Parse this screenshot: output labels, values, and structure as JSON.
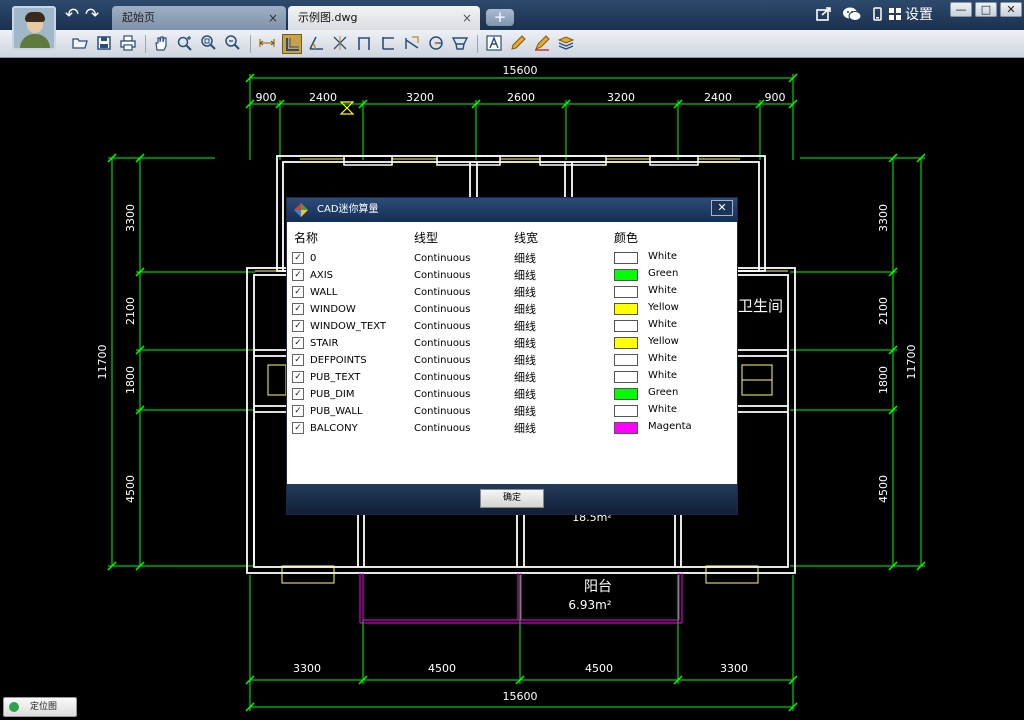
{
  "tabs": {
    "home": {
      "label": "起始页",
      "close": "×"
    },
    "file": {
      "label": "示例图.dwg",
      "close": "×"
    },
    "new": "+"
  },
  "titlebar": {
    "back": "↶",
    "forward": "↷",
    "settings_label": "设置",
    "minimize": "—",
    "maximize": "□",
    "close": "✕"
  },
  "drawing": {
    "top_total": "15600",
    "top_segments": [
      "900",
      "2400",
      "3200",
      "2600",
      "3200",
      "2400",
      "900"
    ],
    "bottom_segments": [
      "3300",
      "4500",
      "4500",
      "3300"
    ],
    "bottom_total": "15600",
    "left_segments": [
      "3300",
      "2100",
      "1800",
      "4500"
    ],
    "left_total": "11700",
    "right_segments": [
      "3300",
      "2100",
      "1800",
      "4500"
    ],
    "right_total": "11700",
    "rooms": {
      "bathroom": "卫生间",
      "balcony": "阳台",
      "balcony_area": "6.93m²",
      "room_area": "18.5m²"
    }
  },
  "dialog": {
    "title": "CAD迷你算量",
    "close": "✕",
    "columns": {
      "name": "名称",
      "linetype": "线型",
      "lineweight": "线宽",
      "color": "颜色"
    },
    "layers": [
      {
        "name": "0",
        "linetype": "Continuous",
        "lineweight": "细线",
        "color_name": "White",
        "color": "#ffffff"
      },
      {
        "name": "AXIS",
        "linetype": "Continuous",
        "lineweight": "细线",
        "color_name": "Green",
        "color": "#00ff00"
      },
      {
        "name": "WALL",
        "linetype": "Continuous",
        "lineweight": "细线",
        "color_name": "White",
        "color": "#ffffff"
      },
      {
        "name": "WINDOW",
        "linetype": "Continuous",
        "lineweight": "细线",
        "color_name": "Yellow",
        "color": "#ffff00"
      },
      {
        "name": "WINDOW_TEXT",
        "linetype": "Continuous",
        "lineweight": "细线",
        "color_name": "White",
        "color": "#ffffff"
      },
      {
        "name": "STAIR",
        "linetype": "Continuous",
        "lineweight": "细线",
        "color_name": "Yellow",
        "color": "#ffff00"
      },
      {
        "name": "DEFPOINTS",
        "linetype": "Continuous",
        "lineweight": "细线",
        "color_name": "White",
        "color": "#ffffff"
      },
      {
        "name": "PUB_TEXT",
        "linetype": "Continuous",
        "lineweight": "细线",
        "color_name": "White",
        "color": "#ffffff"
      },
      {
        "name": "PUB_DIM",
        "linetype": "Continuous",
        "lineweight": "细线",
        "color_name": "Green",
        "color": "#00ff00"
      },
      {
        "name": "PUB_WALL",
        "linetype": "Continuous",
        "lineweight": "细线",
        "color_name": "White",
        "color": "#ffffff"
      },
      {
        "name": "BALCONY",
        "linetype": "Continuous",
        "lineweight": "细线",
        "color_name": "Magenta",
        "color": "#ff00ff"
      }
    ],
    "ok_label": "确定"
  },
  "status": {
    "locate_label": "定位图"
  }
}
